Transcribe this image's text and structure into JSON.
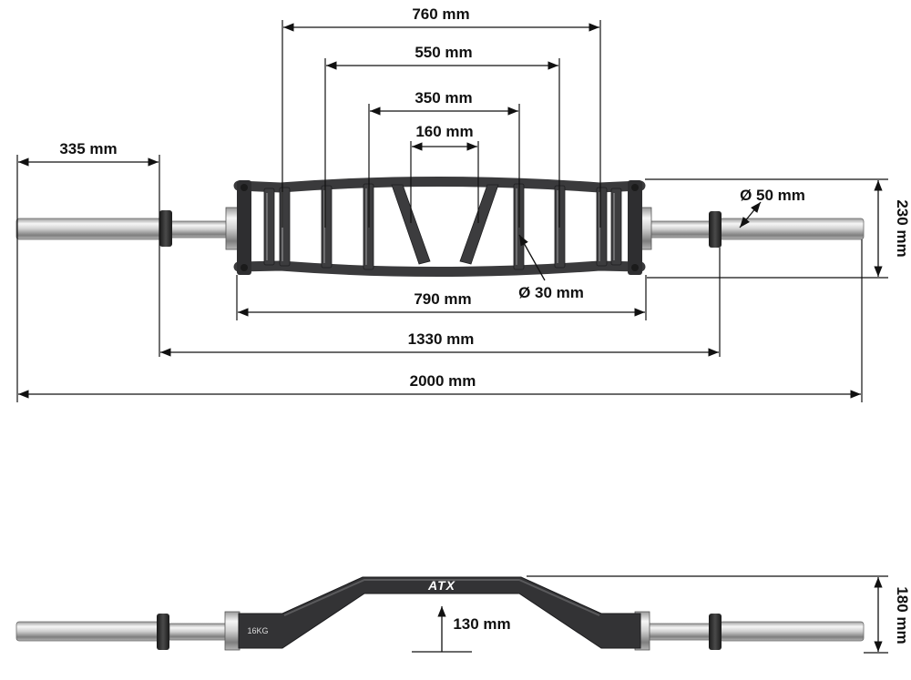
{
  "colors": {
    "frame": "#3a3a3c",
    "frame_dark": "#232325",
    "chrome_light": "#f2f2f2",
    "chrome_dark": "#8a8a8a",
    "collar": "#2a2a2a",
    "line": "#111111"
  },
  "top_view": {
    "dimensions": {
      "inner_760": "760 mm",
      "inner_550": "550 mm",
      "inner_350": "350 mm",
      "inner_160": "160 mm",
      "sleeve_335": "335 mm",
      "sleeve_diameter": "Ø 50 mm",
      "height_230": "230 mm",
      "handle_diameter": "Ø 30 mm",
      "frame_790": "790 mm",
      "collars_1330": "1330 mm",
      "total_2000": "2000 mm"
    }
  },
  "side_view": {
    "logo": "ATX",
    "weight_stamp": "16KG",
    "dimensions": {
      "rise_130": "130 mm",
      "height_180": "180 mm"
    }
  }
}
